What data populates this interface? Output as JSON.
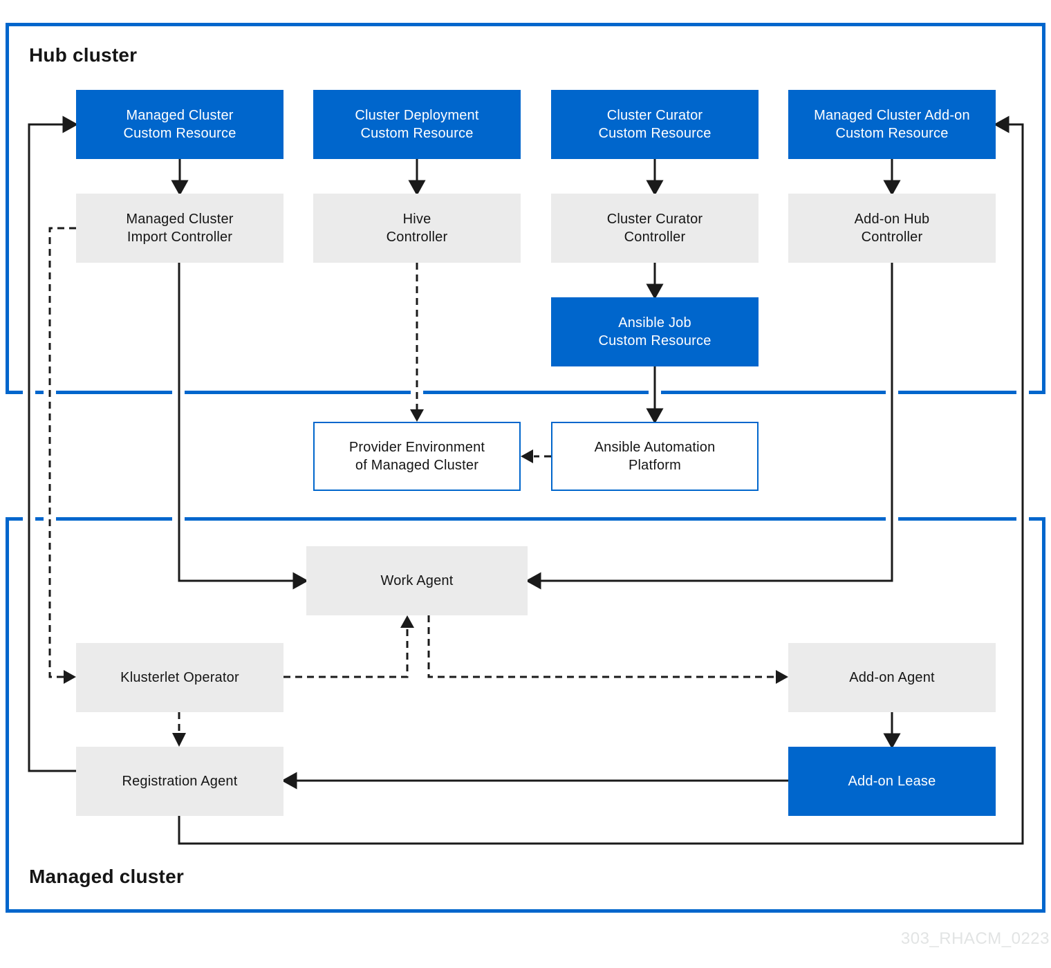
{
  "hub": {
    "title": "Hub cluster"
  },
  "managed": {
    "title": "Managed cluster"
  },
  "watermark": "303_RHACM_0223",
  "colors": {
    "primary_blue": "#0066cc",
    "box_gray": "#ebebeb",
    "line_black": "#1a1a1a",
    "text_dark": "#151515",
    "text_on_blue": "#ffffff",
    "watermark_gray": "#e2e4e4"
  },
  "nodes": {
    "managed_cluster_cr": {
      "label": "Managed Cluster\nCustom Resource"
    },
    "cluster_deployment_cr": {
      "label": "Cluster Deployment\nCustom Resource"
    },
    "cluster_curator_cr": {
      "label": "Cluster Curator\nCustom Resource"
    },
    "managed_cluster_addon_cr": {
      "label": "Managed Cluster Add-on\nCustom Resource"
    },
    "managed_cluster_import_controller": {
      "label": "Managed Cluster\nImport Controller"
    },
    "hive_controller": {
      "label": "Hive\nController"
    },
    "cluster_curator_controller": {
      "label": "Cluster Curator\nController"
    },
    "addon_hub_controller": {
      "label": "Add-on Hub\nController"
    },
    "ansible_job_cr": {
      "label": "Ansible Job\nCustom Resource"
    },
    "provider_environment": {
      "label": "Provider Environment\nof Managed Cluster"
    },
    "ansible_automation_platform": {
      "label": "Ansible Automation\nPlatform"
    },
    "work_agent": {
      "label": "Work Agent"
    },
    "klusterlet_operator": {
      "label": "Klusterlet Operator"
    },
    "addon_agent": {
      "label": "Add-on Agent"
    },
    "registration_agent": {
      "label": "Registration Agent"
    },
    "addon_lease": {
      "label": "Add-on Lease"
    }
  }
}
